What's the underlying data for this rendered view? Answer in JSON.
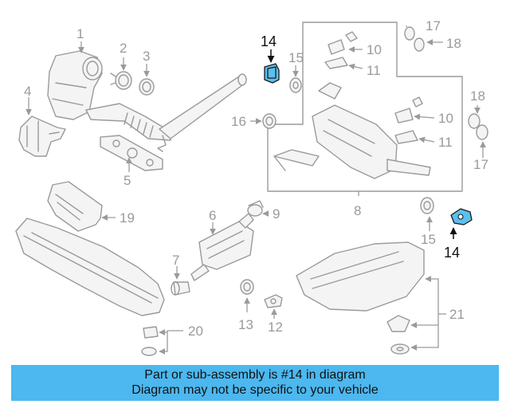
{
  "callouts": [
    {
      "id": "c1",
      "label": "1"
    },
    {
      "id": "c2",
      "label": "2"
    },
    {
      "id": "c3",
      "label": "3"
    },
    {
      "id": "c4",
      "label": "4"
    },
    {
      "id": "c5",
      "label": "5"
    },
    {
      "id": "c6",
      "label": "6"
    },
    {
      "id": "c7",
      "label": "7"
    },
    {
      "id": "c8",
      "label": "8"
    },
    {
      "id": "c9",
      "label": "9"
    },
    {
      "id": "c10a",
      "label": "10"
    },
    {
      "id": "c10b",
      "label": "10"
    },
    {
      "id": "c11a",
      "label": "11"
    },
    {
      "id": "c11b",
      "label": "11"
    },
    {
      "id": "c12",
      "label": "12"
    },
    {
      "id": "c13",
      "label": "13"
    },
    {
      "id": "c14a",
      "label": "14"
    },
    {
      "id": "c14b",
      "label": "14"
    },
    {
      "id": "c15a",
      "label": "15"
    },
    {
      "id": "c15b",
      "label": "15"
    },
    {
      "id": "c16",
      "label": "16"
    },
    {
      "id": "c17a",
      "label": "17"
    },
    {
      "id": "c17b",
      "label": "17"
    },
    {
      "id": "c18a",
      "label": "18"
    },
    {
      "id": "c18b",
      "label": "18"
    },
    {
      "id": "c19",
      "label": "19"
    },
    {
      "id": "c20",
      "label": "20"
    },
    {
      "id": "c21",
      "label": "21"
    }
  ],
  "highlighted_part": "14",
  "colors": {
    "highlight": "#5bc0ee",
    "banner": "#4cb8ef",
    "line_art": "#9a9a9a"
  },
  "banner": {
    "line1": "Part or sub-assembly is #14 in diagram",
    "line2": "Diagram may not be specific to your vehicle"
  }
}
